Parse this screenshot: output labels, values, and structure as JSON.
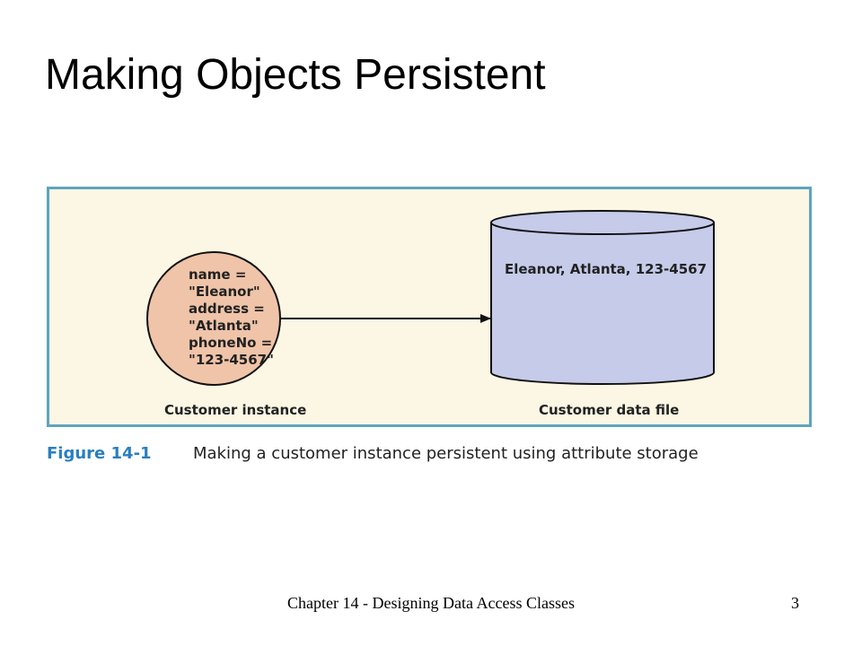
{
  "slide": {
    "title": "Making Objects Persistent",
    "footer": "Chapter 14 - Designing Data Access Classes",
    "page_number": "3"
  },
  "figure": {
    "object": {
      "attribute_lines": [
        "name =",
        "\"Eleanor\"",
        "address =",
        "\"Atlanta\"",
        "phoneNo =",
        "\"123-4567\""
      ],
      "label": "Customer instance"
    },
    "data_store": {
      "record": "Eleanor, Atlanta, 123-4567",
      "label": "Customer data file"
    },
    "caption": {
      "label": "Figure 14-1",
      "text": "Making a customer instance persistent using attribute storage"
    }
  },
  "colors": {
    "panel_background": "#fbf7e4",
    "panel_border": "#5fa3bf",
    "object_fill": "#f0c4a8",
    "data_store_fill": "#c5cbe9",
    "caption_label": "#2a7fbf"
  }
}
